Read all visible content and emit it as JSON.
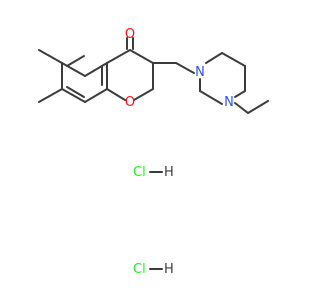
{
  "molecule": {
    "atoms": {
      "ketone_oxygen": "O",
      "ring_oxygen": "O",
      "piperazine_n1": "N",
      "piperazine_n4": "N"
    },
    "salts": [
      {
        "cl": "Cl",
        "h": "H"
      },
      {
        "cl": "Cl",
        "h": "H"
      }
    ]
  },
  "colors": {
    "bond": "#3c3c3c",
    "oxygen": "#ff0d0d",
    "nitrogen": "#3050f8",
    "chlorine": "#1ff01f",
    "hydrogen": "#3c3c3c"
  }
}
